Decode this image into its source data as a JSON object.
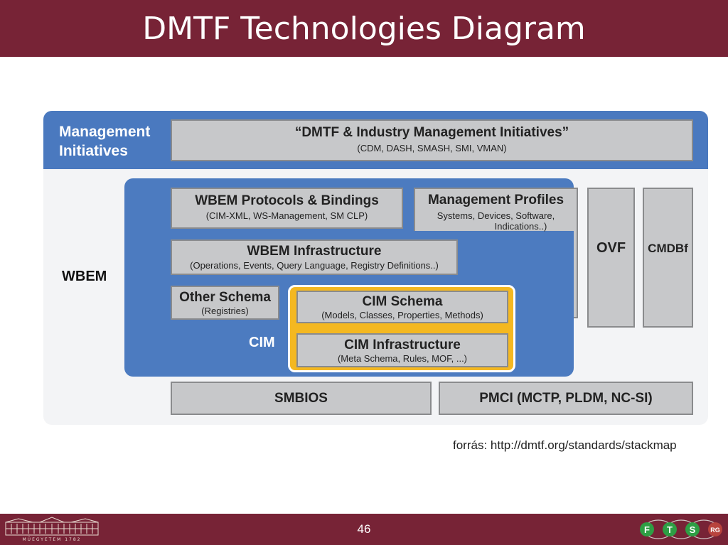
{
  "slide": {
    "title": "DMTF Technologies Diagram",
    "page_number": "46",
    "source": "forrás: http://dmtf.org/standards/stackmap"
  },
  "diagram": {
    "management": {
      "label_line1": "Management",
      "label_line2": "Initiatives",
      "box_main": "“DMTF & Industry Management Initiatives”",
      "box_sub": "(CDM, DASH, SMASH, SMI, VMAN)"
    },
    "wbem_label": "WBEM",
    "cim_label": "CIM",
    "wbem_protocols": {
      "main": "WBEM Protocols & Bindings",
      "sub": "(CIM-XML, WS-Management, SM CLP)"
    },
    "management_profiles": {
      "main": "Management Profiles",
      "sub_line1": "Systems, Devices, Software,",
      "sub_line2": "Indications..)"
    },
    "wbem_infrastructure": {
      "main": "WBEM Infrastructure",
      "sub": "(Operations, Events, Query Language, Registry Definitions..)"
    },
    "other_schema": {
      "main": "Other Schema",
      "sub": "(Registries)"
    },
    "cim_schema": {
      "main": "CIM Schema",
      "sub": "(Models, Classes, Properties, Methods)"
    },
    "cim_infrastructure": {
      "main": "CIM Infrastructure",
      "sub": "(Meta Schema, Rules, MOF, ...)"
    },
    "ovf": "OVF",
    "cmdbf": "CMDBf",
    "smbios": "SMBIOS",
    "pmci": "PMCI (MCTP, PLDM, NC-SI)"
  },
  "footer": {
    "left_logo_text": "MŰEGYETEM 1782",
    "right_logo_letters": [
      "F",
      "T",
      "S",
      "RG"
    ]
  },
  "colors": {
    "brand": "#772336",
    "blue": "#4a79bf",
    "gray_box": "#c7c8ca",
    "yellow": "#f4b821",
    "logo_green": "#2e9e44"
  }
}
